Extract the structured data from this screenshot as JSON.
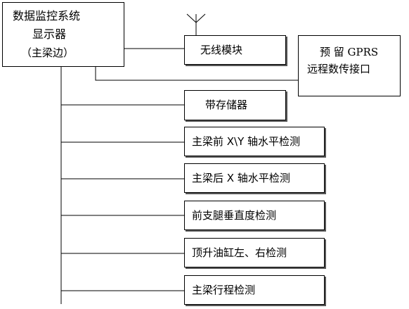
{
  "main_display": {
    "line1": "数据监控系统",
    "line2": "显示器",
    "line3": "（主梁边）"
  },
  "wireless": {
    "label": "无线模块"
  },
  "gprs": {
    "line1": "预 留 GPRS",
    "line2": "远程数传接口"
  },
  "modules": [
    {
      "label": "带存储器"
    },
    {
      "label": "主梁前 X\\Y 轴水平检测"
    },
    {
      "label": "主梁后 X 轴水平检测"
    },
    {
      "label": "前支腿垂直度检测"
    },
    {
      "label": "顶升油缸左、右检测"
    },
    {
      "label": "主梁行程检测"
    }
  ]
}
